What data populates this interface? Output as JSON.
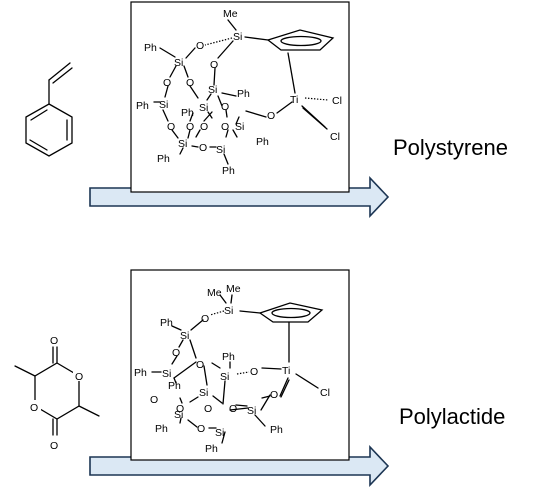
{
  "products": {
    "top": "Polystyrene",
    "bottom": "Polylactide"
  },
  "atoms": {
    "me": "Me",
    "si": "Si",
    "o": "O",
    "ph": "Ph",
    "ti": "Ti",
    "cl": "Cl"
  }
}
